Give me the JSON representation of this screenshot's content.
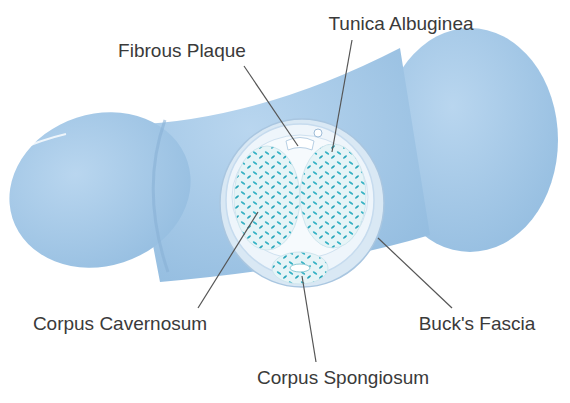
{
  "diagram": {
    "labels": [
      "Fibrous Plaque",
      "Tunica Albuginea",
      "Corpus Cavernosum",
      "Buck's Fascia",
      "Corpus Spongiosum"
    ]
  }
}
